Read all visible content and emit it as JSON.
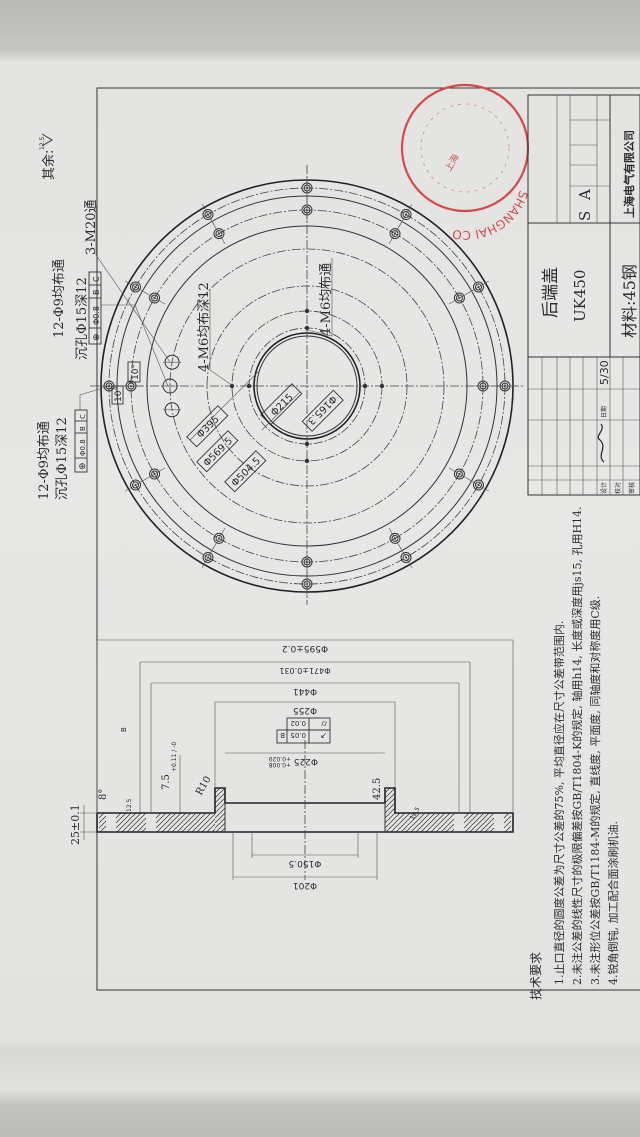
{
  "surface_roughness": {
    "label": "其余:",
    "value": "12.5"
  },
  "stamp": {
    "text": "SHANGHAI CO",
    "inner": "上海",
    "color": "#d64a4a"
  },
  "plan_view": {
    "holes_outer": {
      "label": "12-Φ9均布通",
      "counterbore": "沉孔Φ15深12",
      "fcf": [
        "⊕",
        "Φ0.8",
        "B",
        "C"
      ]
    },
    "holes_outer_2": {
      "label": "12-Φ9均布通",
      "counterbore": "沉孔Φ15深12",
      "fcf": [
        "⊕",
        "Φ0.8",
        "B",
        "C"
      ]
    },
    "m20": "3-M20通",
    "m6_blind": "4-M6均布深12",
    "m6_through": "4-M6均布通",
    "angle_1": "10°",
    "angle_2": "10°",
    "dims": [
      "Φ395",
      "Φ569.5",
      "Φ504.5",
      "Φ215",
      "Φ165.3"
    ]
  },
  "section_view": {
    "dims": {
      "d595": "Φ595±0.2",
      "d471": "Φ471±0.031",
      "d441": "Φ441",
      "d255": "Φ255",
      "d225": "Φ225",
      "d225_tol_upper": "+0.029",
      "d225_tol_lower": "+0.008",
      "d201": "Φ201",
      "d150": "Φ150.5",
      "thickness": "25±0.1",
      "depth": "7.5",
      "depth_tol": "+0.11 / -0",
      "boss": "42.5",
      "radius": "R10",
      "chamfer": "8°",
      "roughness": "12.5"
    },
    "tolerances": [
      {
        "symbol": "⌭",
        "value": "0.02",
        "datum": ""
      },
      {
        "symbol": "↗",
        "value": "0.05",
        "datum": "B"
      }
    ],
    "datum_b": "B"
  },
  "notes": {
    "title": "技术要求",
    "items": [
      "1.止口直径的圆度公差为尺寸公差的75%, 平均直径应在尺寸公差带范围内.",
      "2.未注公差的线性尺寸的极限偏差按GB/T1804-K的规定, 轴用h14, 长度或深度用js15, 孔用H14.",
      "3.未注形位公差按GB/T1184-M的规定, 直线度, 平面度, 同轴度和对称度用C级.",
      "4.锐角倒钝, 加工配合面涂刷机油."
    ]
  },
  "title_block": {
    "part_name": "后端盖",
    "model": "UK450",
    "material": "材料:45钢",
    "company": "上海电气有限公司",
    "stage_marks": [
      "S",
      "A"
    ],
    "rows": [
      "设计",
      "校对",
      "审核"
    ],
    "date_label": "日期",
    "signature_date": "5/30"
  }
}
